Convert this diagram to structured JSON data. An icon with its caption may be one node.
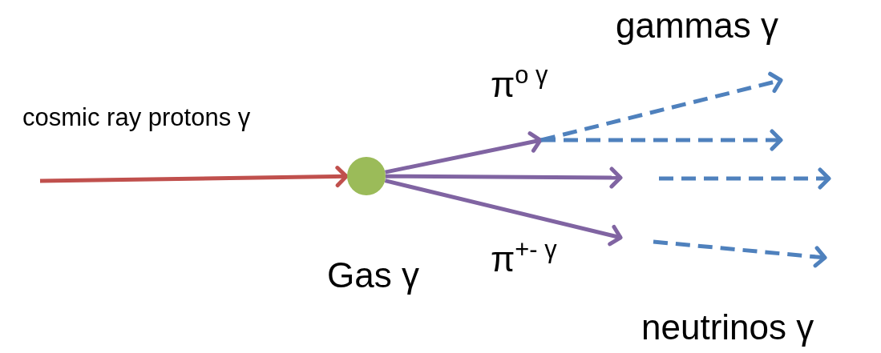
{
  "diagram": {
    "nodes": [
      {
        "text": [
          "gammas γ"
        ]
      },
      {
        "text": [],
        "shape": "circle",
        "beside": [
          "Gas γ"
        ]
      },
      {
        "text": [
          "neutrinos γ"
        ]
      }
    ],
    "edges": [
      {
        "from": null,
        "to": 1,
        "arrow": "to",
        "color": "#c0504d"
      },
      {
        "from": 1,
        "to": null,
        "arrow": "to",
        "color": "#8064a2"
      },
      {
        "from": 1,
        "to": null,
        "arrow": "to",
        "color": "#8064a2"
      },
      {
        "from": 1,
        "to": null,
        "arrow": "to",
        "color": "#8064a2"
      },
      {
        "from": null,
        "to": 0,
        "arrow": "to",
        "style": "dashed",
        "color": "#4f81bd"
      },
      {
        "from": null,
        "to": 2,
        "arrow": "to",
        "style": "dashed",
        "color": "#4f81bd"
      }
    ],
    "labels": [
      "π$^{o γ}$",
      "cosmic ray protons γ",
      "π$^{+- γ}$"
    ]
  }
}
